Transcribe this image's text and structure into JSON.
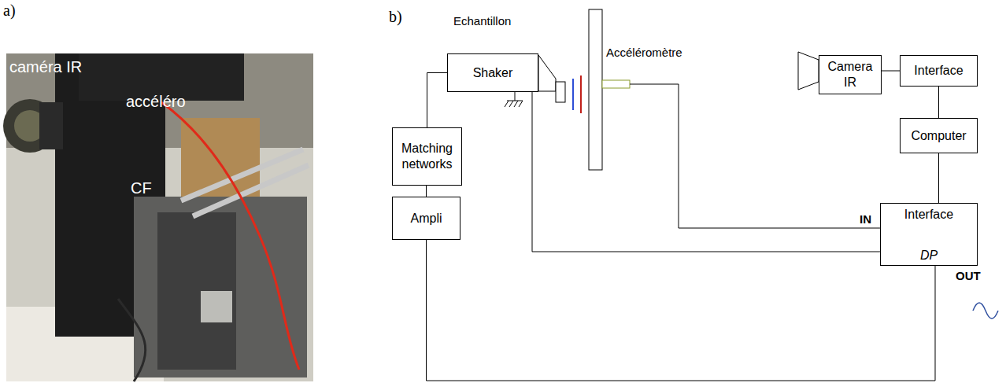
{
  "diagram": {
    "nodes": [
      {
        "text": [
          "Shaker"
        ]
      },
      {
        "text": [
          "Matching networks"
        ]
      },
      {
        "text": [
          "Ampli"
        ]
      },
      {
        "text": [
          "Camera IR"
        ]
      },
      {
        "text": [
          "Interface"
        ]
      },
      {
        "text": [
          "Computer"
        ]
      },
      {
        "text": [
          "Interface",
          "DP"
        ]
      }
    ],
    "edges": [
      {
        "from": 3,
        "to": 4,
        "arrow": "none"
      },
      {
        "from": 4,
        "to": 5,
        "arrow": "none"
      },
      {
        "from": 5,
        "to": 6,
        "arrow": "none"
      },
      {
        "from": 0,
        "to": 1,
        "arrow": "none"
      },
      {
        "from": 1,
        "to": 2,
        "arrow": "none"
      },
      {
        "from": 6,
        "to": 2,
        "arrow": "none"
      },
      {
        "from": 0,
        "to": 6,
        "arrow": "none"
      }
    ],
    "labels": [
      "a)",
      "b)",
      "caméra IR",
      "accéléro",
      "CF",
      "Echantillon",
      "Accéléromètre",
      "IN",
      "OUT"
    ]
  }
}
